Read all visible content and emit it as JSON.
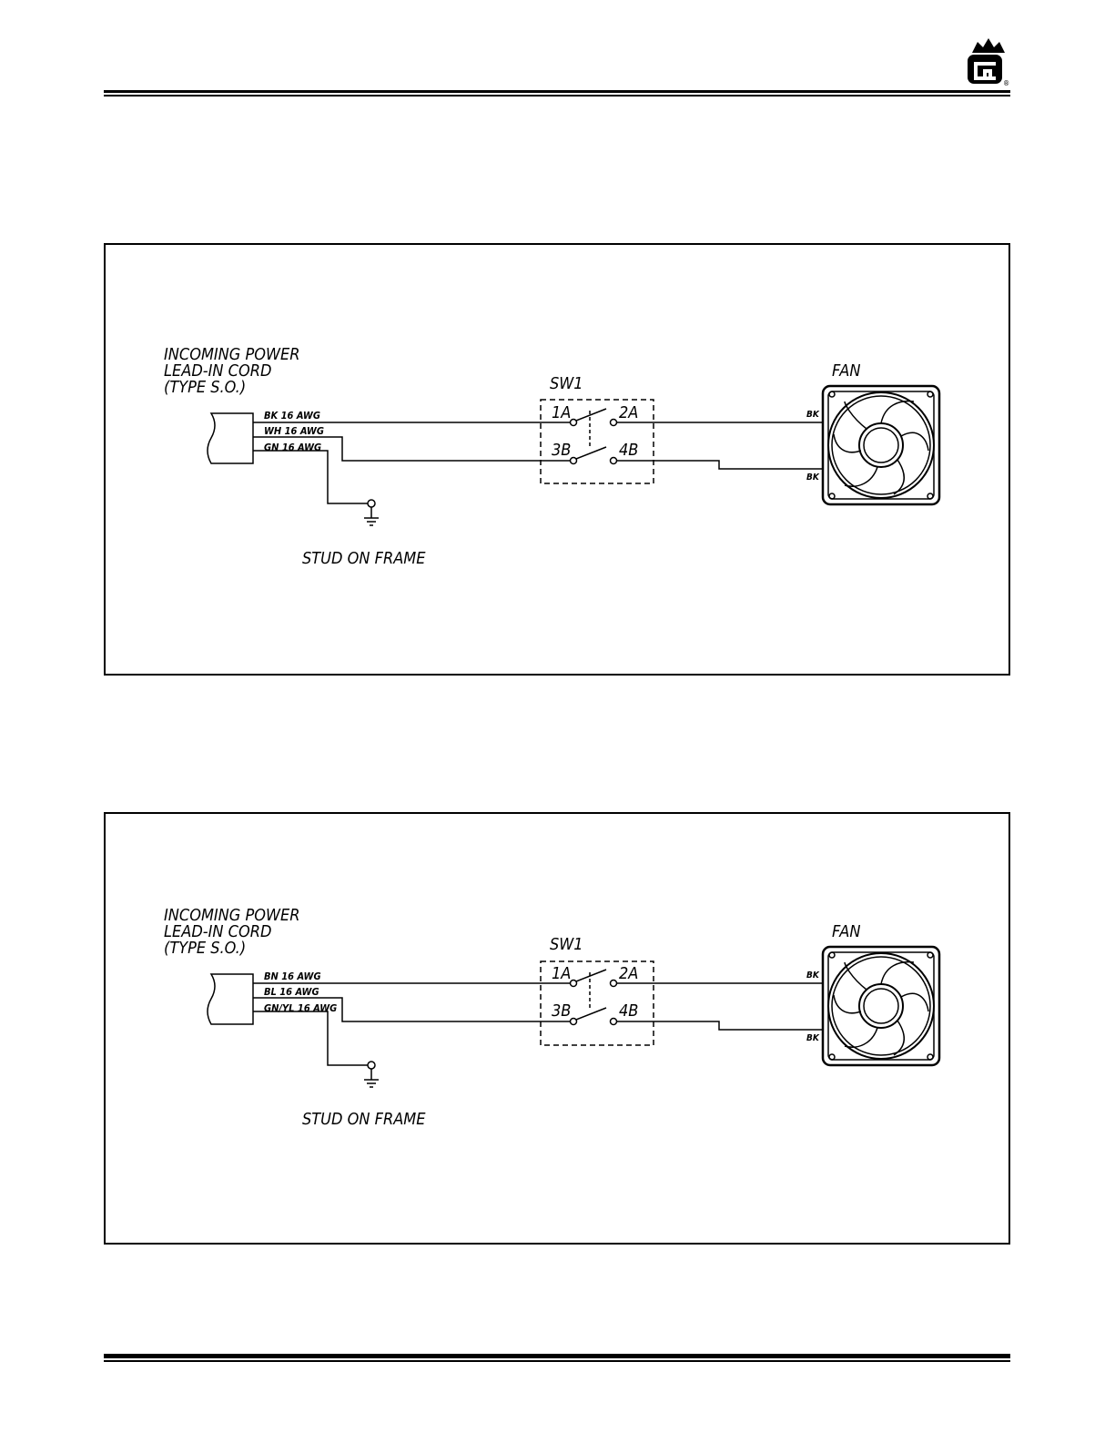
{
  "logo": {
    "icon": "company-logo-icon",
    "mark": "®"
  },
  "diagrams": [
    {
      "incoming_power": [
        "INCOMING POWER",
        "LEAD-IN CORD",
        "(TYPE S.O.)"
      ],
      "wires": [
        "BK 16 AWG",
        "WH 16 AWG",
        "GN 16 AWG"
      ],
      "switch": {
        "label": "SW1",
        "terminals": [
          "1A",
          "2A",
          "3B",
          "4B"
        ]
      },
      "fan": {
        "label": "FAN",
        "leads": [
          "BK",
          "BK"
        ]
      },
      "ground_label": "STUD ON FRAME"
    },
    {
      "incoming_power": [
        "INCOMING POWER",
        "LEAD-IN CORD",
        "(TYPE S.O.)"
      ],
      "wires": [
        "BN 16 AWG",
        "BL 16 AWG",
        "GN/YL 16 AWG"
      ],
      "switch": {
        "label": "SW1",
        "terminals": [
          "1A",
          "2A",
          "3B",
          "4B"
        ]
      },
      "fan": {
        "label": "FAN",
        "leads": [
          "BK",
          "BK"
        ]
      },
      "ground_label": "STUD ON FRAME"
    }
  ]
}
